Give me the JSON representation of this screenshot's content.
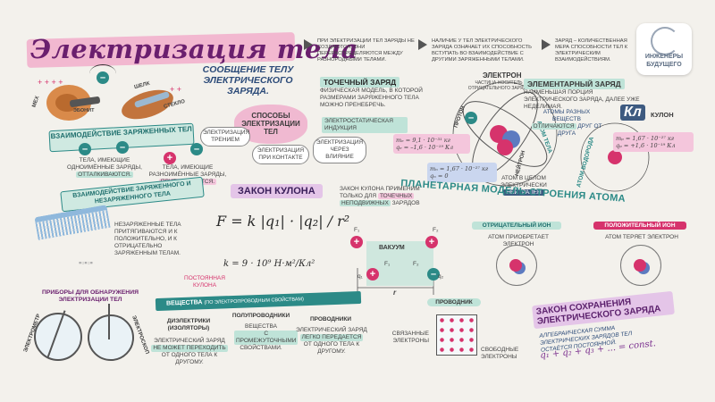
{
  "title": "Электризация тела",
  "subtitle": "СООБЩЕНИЕ ТЕЛУ ЭЛЕКТРИЧЕСКОГО ЗАРЯДА.",
  "logo": {
    "line1": "ИНЖЕНЕРЫ",
    "line2": "БУДУЩЕГО"
  },
  "top_notes": [
    "ПРИ ЭЛЕКТРИЗАЦИИ ТЕЛ ЗАРЯДЫ НЕ СОЗДАЮТСЯ, ОНИ ПЕРЕРАСПРЕДЕЛЯЮТСЯ МЕЖДУ РАЗНОРОДНЫМИ ТЕЛАМИ.",
    "НАЛИЧИЕ У ТЕЛ ЭЛЕКТРИЧЕСКОГО ЗАРЯДА ОЗНАЧАЕТ ИХ СПОСОБНОСТЬ ВСТУПАТЬ ВО ВЗАИМОДЕЙСТВИЕ С ДРУГИМИ ЗАРЯЖЕННЫМИ ТЕЛАМИ.",
    "ЗАРЯД – КОЛИЧЕСТВЕННАЯ МЕРА СПОСОБНОСТИ ТЕЛ К ЭЛЕКТРИЧЕСКИМ ВЗАИМОДЕЙСТВИЯМ."
  ],
  "fur_labels": {
    "fur": "МЕХ",
    "ebonite": "ЭБОНИТ",
    "silk": "ШЕЛК",
    "glass": "СТЕКЛО"
  },
  "interaction": {
    "title": "ВЗАИМОДЕЙСТВИЕ ЗАРЯЖЕННЫХ ТЕЛ",
    "same_a": "ТЕЛА, ИМЕЮЩИЕ ОДНОИМЁННЫЕ ЗАРЯДЫ,",
    "same_b": "ОТТАЛКИВАЮТСЯ.",
    "diff_a": "ТЕЛА, ИМЕЮЩИЕ РАЗНОИМЁННЫЕ ЗАРЯДЫ,",
    "diff_b": "ПРИТЯГИВАЮТСЯ."
  },
  "methods": {
    "center": "СПОСОБЫ ЭЛЕКТРИЗАЦИИ ТЕЛ",
    "friction": "ЭЛЕКТРИЗАЦИЯ ТРЕНИЕМ",
    "contact": "ЭЛЕКТРИЗАЦИЯ ПРИ КОНТАКТЕ",
    "influence": "ЭЛЕКТРИЗАЦИЯ ЧЕРЕЗ ВЛИЯНИЕ",
    "induction": "ЭЛЕКТРОСТАТИЧЕСКАЯ ИНДУКЦИЯ"
  },
  "point_charge": {
    "title": "ТОЧЕЧНЫЙ ЗАРЯД",
    "text": "ФИЗИЧЕСКАЯ МОДЕЛЬ, В КОТОРОЙ РАЗМЕРАМИ ЗАРЯЖЕННОГО ТЕЛА МОЖНО ПРЕНЕБРЕЧЬ."
  },
  "electron": {
    "label": "ЭЛЕКТРОН",
    "sub": "ЧАСТИЦА-НОСИТЕЛЬ ОТРИЦАТЕЛЬНОГО ЗАРЯДА",
    "me": "mₑ = 9,1 · 10⁻³¹ кг",
    "qe": "qₑ = –1,6 · 10⁻¹⁹ Кл"
  },
  "atom_body": "АТОМ ТЕЛА",
  "proton_label": "ПРОТОН",
  "neutron_label": "НЕЙТРОН",
  "neutron": {
    "mn": "mₙ = 1,67 · 10⁻²⁷ кг",
    "qn": "qₙ = 0"
  },
  "neutral_note_a": "АТОМ В ЦЕЛОМ ЭЛЕКТРИЧЕСКИ",
  "neutral_note_b": "НЕЙТРАЛЕН",
  "elementary": {
    "title": "ЭЛЕМЕНТАРНЫЙ ЗАРЯД",
    "text": "НАИМЕНЬШАЯ ПОРЦИЯ ЭЛЕКТРИЧЕСКОГО ЗАРЯДА, ДАЛЕЕ УЖЕ НЕДЕЛИМАЯ.",
    "diff_a": "АТОМЫ РАЗНЫХ ВЕЩЕСТВ",
    "diff_b": "ОТЛИЧАЮТСЯ",
    "diff_c": "ДРУГ ОТ ДРУГА"
  },
  "coulomb_unit": {
    "symbol": "Кл",
    "label": "КУЛОН"
  },
  "hydrogen": "АТОМ ВОДОРОДА",
  "proton": {
    "mp": "mₚ = 1,67 · 10⁻²⁷ кг",
    "qp": "qₚ = +1,6 · 10⁻¹⁹ Кл"
  },
  "planetary": "ПЛАНЕТАРНАЯ МОДЕЛЬ СТРОЕНИЯ АТОМА",
  "neg_ion": {
    "title": "ОТРИЦАТЕЛЬНЫЙ ИОН",
    "text": "АТОМ ПРИОБРЕТАЕТ ЭЛЕКТРОН"
  },
  "pos_ion": {
    "title": "ПОЛОЖИТЕЛЬНЫЙ ИОН",
    "text": "АТОМ ТЕРЯЕТ ЭЛЕКТРОН"
  },
  "neutral_bodies": {
    "title": "ВЗАИМОДЕЙСТВИЕ ЗАРЯЖЕННОГО И НЕЗАРЯЖЕННОГО ТЕЛА",
    "text": "НЕЗАРЯЖЕННЫЕ ТЕЛА ПРИТЯГИВАЮТСЯ И К ПОЛОЖИТЕЛЬНО, И К ОТРИЦАТЕЛЬНО ЗАРЯЖЕННЫМ ТЕЛАМ."
  },
  "coulomb": {
    "title": "ЗАКОН КУЛОНА",
    "formula": "F = k |q₁| · |q₂| / r²",
    "k": "k = 9 · 10⁹ Н·м²/Кл²",
    "k_label": "ПОСТОЯННАЯ КУЛОНА",
    "note_a": "ЗАКОН КУЛОНА ПРИМЕНИМ ТОЛЬКО ДЛЯ",
    "note_b": "ТОЧЕЧНЫХ",
    "note_c": "НЕПОДВИЖНЫХ",
    "note_d": "ЗАРЯДОВ",
    "vacuum": "ВАКУУМ",
    "r": "r",
    "f1": "F₁",
    "f2": "F₂",
    "q1": "q₁",
    "q2": "q₂"
  },
  "devices": {
    "title": "ПРИБОРЫ ДЛЯ ОБНАРУЖЕНИЯ ЭЛЕКТРИЗАЦИИ ТЕЛ",
    "electrometer": "ЭЛЕКТРОМЕТР",
    "electroscope": "ЭЛЕКТРОСКОП"
  },
  "substances": {
    "title": "ВЕЩЕСТВА",
    "title_sub": "(ПО ЭЛЕКТРОПРОВОДНЫМ СВОЙСТВАМ)",
    "dielectrics_t": "ДИЭЛЕКТРИКИ (ИЗОЛЯТОРЫ)",
    "dielectrics_a": "ЭЛЕКТРИЧЕСКИЙ ЗАРЯД",
    "dielectrics_b": "НЕ МОЖЕТ ПЕРЕХОДИТЬ",
    "dielectrics_c": "ОТ ОДНОГО ТЕЛА К ДРУГОМУ.",
    "semi_t": "ПОЛУПРОВОДНИКИ",
    "semi_a": "ВЕЩЕСТВА",
    "semi_b": "С ПРОМЕЖУТОЧНЫМИ",
    "semi_c": "СВОЙСТВАМИ.",
    "cond_t": "ПРОВОДНИКИ",
    "cond_a": "ЭЛЕКТРИЧЕСКИЙ ЗАРЯД",
    "cond_b": "ЛЕГКО ПЕРЕДАЕТСЯ",
    "cond_c": "ОТ ОДНОГО ТЕЛА К ДРУГОМУ."
  },
  "conductor_box": {
    "title": "ПРОВОДНИК",
    "bound": "СВЯЗАННЫЕ ЭЛЕКТРОНЫ",
    "free": "СВОБОДНЫЕ ЭЛЕКТРОНЫ"
  },
  "conservation": {
    "title": "ЗАКОН СОХРАНЕНИЯ ЭЛЕКТРИЧЕСКОГО ЗАРЯДА",
    "text": "АЛГЕБРАИЧЕСКАЯ СУММА ЭЛЕКТРИЧЕСКИХ ЗАРЯДОВ ТЕЛ ОСТАЁТСЯ ПОСТОЯННОЙ.",
    "formula": "q₁ + q₂ + q₃ + ... = const."
  },
  "colors": {
    "teal": "#2c8a87",
    "pink": "#d6336c",
    "purple": "#7a2f8e",
    "navy": "#2b4a78"
  }
}
